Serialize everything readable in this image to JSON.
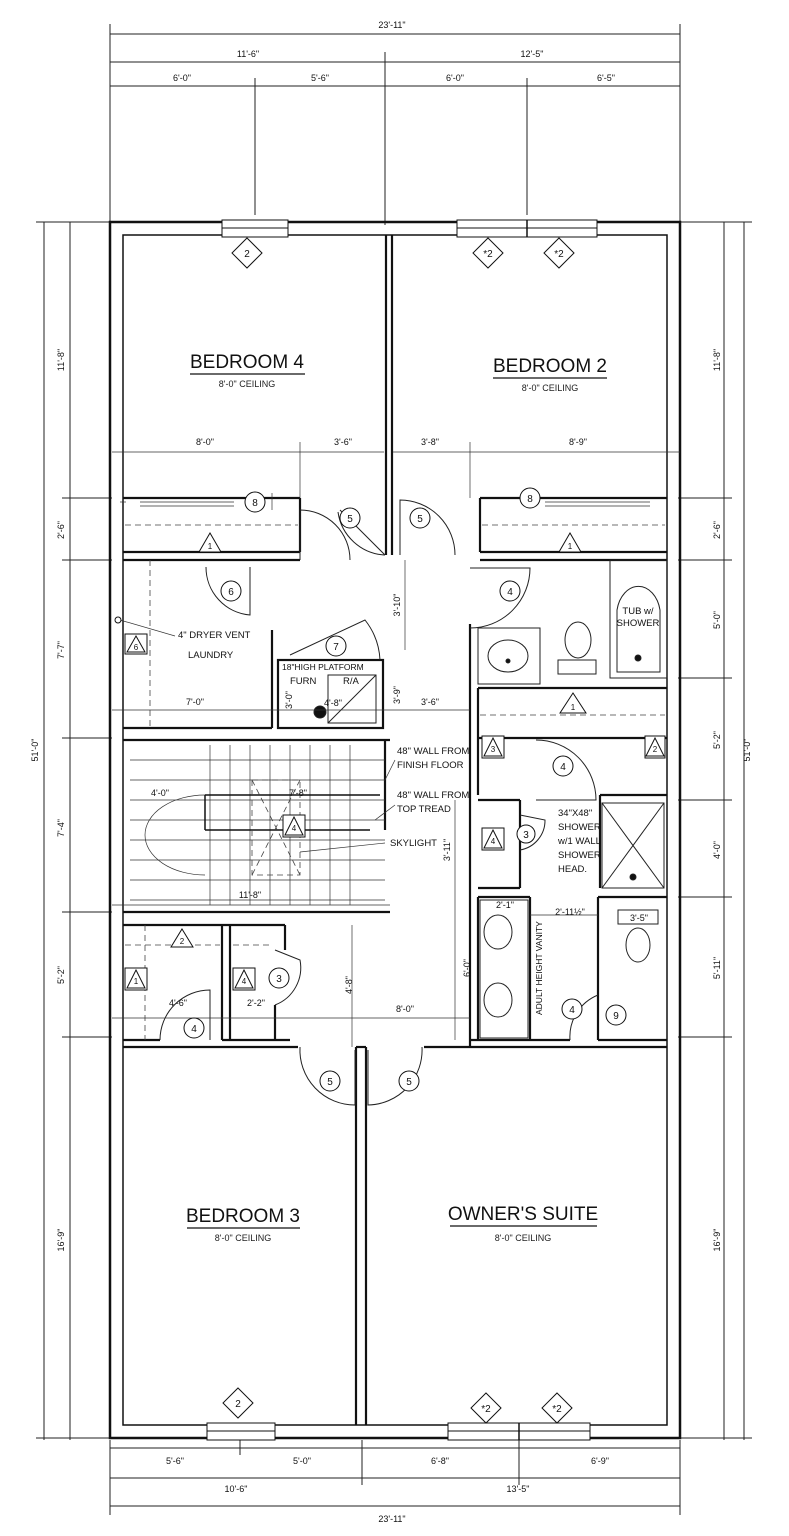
{
  "rooms": {
    "bedroom4": {
      "name": "BEDROOM 4",
      "ceiling": "8'-0\" CEILING"
    },
    "bedroom2": {
      "name": "BEDROOM 2",
      "ceiling": "8'-0\" CEILING"
    },
    "bedroom3": {
      "name": "BEDROOM 3",
      "ceiling": "8'-0\" CEILING"
    },
    "owners_suite": {
      "name": "OWNER'S SUITE",
      "ceiling": "8'-0\" CEILING"
    }
  },
  "notes": {
    "dryer_vent": "4\" DRYER VENT",
    "laundry": "LAUNDRY",
    "platform": "18\"HIGH PLATFORM",
    "furn": "FURN",
    "ra": "R/A",
    "tub1": "TUB w/",
    "tub2": "SHOWER",
    "wall_finish1": "48\" WALL FROM",
    "wall_finish2": "FINISH FLOOR",
    "wall_tread1": "48\" WALL FROM",
    "wall_tread2": "TOP TREAD",
    "skylight": "SKYLIGHT",
    "shower1": "34\"X48\"",
    "shower2": "SHOWER",
    "shower3": "w/1 WALL",
    "shower4": "SHOWER",
    "shower5": "HEAD.",
    "vanity": "ADULT HEIGHT VANITY"
  },
  "dims": {
    "top_total": "23'-11\"",
    "top_left": "11'-6\"",
    "top_right": "12'-5\"",
    "top_a": "6'-0\"",
    "top_b": "5'-6\"",
    "top_c": "6'-0\"",
    "top_d": "6'-5\"",
    "bot_a": "5'-6\"",
    "bot_b": "5'-0\"",
    "bot_c": "6'-8\"",
    "bot_d": "6'-9\"",
    "bot_left": "10'-6\"",
    "bot_right": "13'-5\"",
    "bot_total": "23'-11\"",
    "left_total": "51'-0\"",
    "left_1": "11'-8\"",
    "left_2": "2'-6\"",
    "left_3": "7'-7\"",
    "left_4": "7'-4\"",
    "left_5": "5'-2\"",
    "left_6": "16'-9\"",
    "right_total": "51'-0\"",
    "right_1": "11'-8\"",
    "right_2": "2'-6\"",
    "right_3": "5'-0\"",
    "right_4": "5'-2\"",
    "right_5": "4'-0\"",
    "right_6": "5'-11\"",
    "right_7": "16'-9\"",
    "b4_w1": "8'-0\"",
    "b4_w2": "3'-6\"",
    "b2_w1": "3'-8\"",
    "b2_w2": "8'-9\"",
    "hall_310": "3'-10\"",
    "laundry_w": "7'-0\"",
    "furn_30": "3'-0\"",
    "furn_48": "4'-8\"",
    "hall_39": "3'-9\"",
    "hall_36": "3'-6\"",
    "stair_40": "4'-0\"",
    "stair_78": "7'-8\"",
    "stair_118": "11'-8\"",
    "bath_311": "3'-11\"",
    "vanity_21": "2'-1\"",
    "vanity_60": "6'-0\"",
    "shower_211": "2'-11½\"",
    "wc_35": "3'-5\"",
    "lower_46": "4'-6\"",
    "lower_22": "2'-2\"",
    "lower_48": "4'-8\"",
    "lower_80": "8'-0\""
  },
  "tags": {
    "t2": "2",
    "t2s": "*2",
    "t1": "1",
    "t3": "3",
    "t4": "4",
    "t5": "5",
    "t6": "6",
    "t7": "7",
    "t8": "8",
    "t9": "9"
  }
}
